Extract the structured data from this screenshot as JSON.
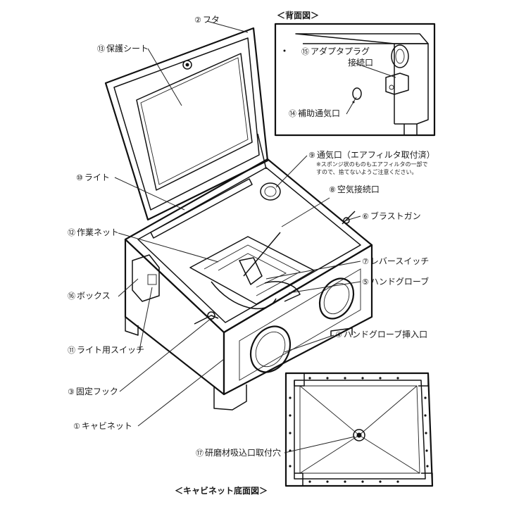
{
  "labels": {
    "l2": {
      "num": "②",
      "text": "フタ"
    },
    "l13": {
      "num": "⑬",
      "text": "保護シート"
    },
    "l15": {
      "num": "⑮",
      "text": "アダプタプラグ",
      "text2": "接続口"
    },
    "l14": {
      "num": "⑭",
      "text": "補助通気口"
    },
    "l9": {
      "num": "⑨",
      "text": "通気口（エアフィルタ取付済）"
    },
    "l10": {
      "num": "⑩",
      "text": "ライト"
    },
    "l8": {
      "num": "⑧",
      "text": "空気接続口"
    },
    "l6": {
      "num": "⑥",
      "text": "ブラストガン"
    },
    "l12": {
      "num": "⑫",
      "text": "作業ネット"
    },
    "l7": {
      "num": "⑦",
      "text": "レバースイッチ"
    },
    "l5": {
      "num": "⑤",
      "text": "ハンドグローブ"
    },
    "l16": {
      "num": "⑯",
      "text": "ボックス"
    },
    "l4": {
      "num": "④",
      "text": "ハンドグローブ挿入口"
    },
    "l11": {
      "num": "⑪",
      "text": "ライト用スイッチ"
    },
    "l3": {
      "num": "③",
      "text": "固定フック"
    },
    "l1": {
      "num": "①",
      "text": "キャビネット"
    },
    "l17": {
      "num": "⑰",
      "text": "研磨材吸込口取付穴"
    }
  },
  "note9": {
    "line1": "※スポンジ状のものもエアフィルタの一部で",
    "line2": "すので、捨てないようご注意ください。"
  },
  "titles": {
    "back_view": "＜背面図＞",
    "bottom_view": "＜キャビネット底面図＞"
  }
}
